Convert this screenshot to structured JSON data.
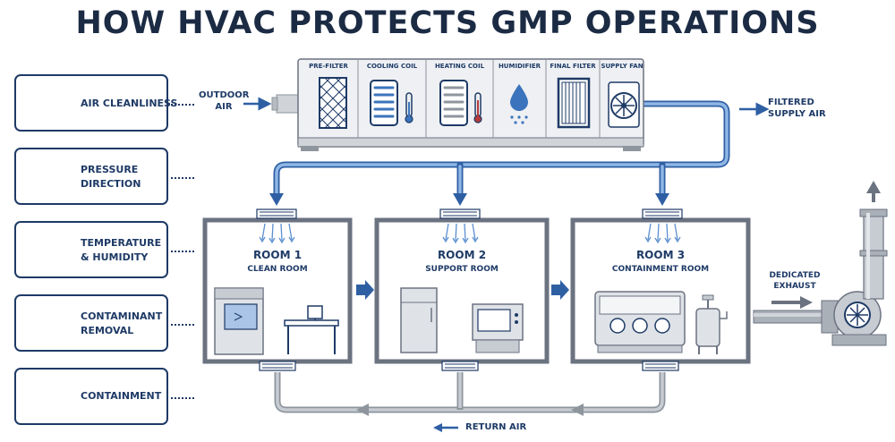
{
  "title": "HOW HVAC PROTECTS GMP OPERATIONS",
  "sidebar": {
    "items": [
      {
        "line1": "AIR CLEANLINESS",
        "line2": "",
        "icon": "air-cleanliness-icon"
      },
      {
        "line1": "PRESSURE",
        "line2": "DIRECTION",
        "icon": "pressure-direction-icon"
      },
      {
        "line1": "TEMPERATURE",
        "line2": "& HUMIDITY",
        "icon": "temperature-humidity-icon"
      },
      {
        "line1": "CONTAMINANT",
        "line2": "REMOVAL",
        "icon": "contaminant-removal-icon"
      },
      {
        "line1": "CONTAINMENT",
        "line2": "",
        "icon": "containment-icon"
      }
    ]
  },
  "ahu": {
    "outdoor_air_line1": "OUTDOOR",
    "outdoor_air_line2": "AIR",
    "units": [
      "PRE-FILTER",
      "COOLING COIL",
      "HEATING COIL",
      "HUMIDIFIER",
      "FINAL FILTER",
      "SUPPLY FAN"
    ],
    "supply_line1": "FILTERED",
    "supply_line2": "SUPPLY AIR"
  },
  "rooms": [
    {
      "name": "ROOM 1",
      "sub": "CLEAN ROOM"
    },
    {
      "name": "ROOM 2",
      "sub": "SUPPORT ROOM"
    },
    {
      "name": "ROOM 3",
      "sub": "CONTAINMENT ROOM"
    }
  ],
  "exhaust": {
    "line1": "DEDICATED",
    "line2": "EXHAUST"
  },
  "return_air": "RETURN AIR",
  "colors": {
    "navy": "#1e3a66",
    "duct_blue": "#5b8fcf",
    "duct_gray": "#8e959d",
    "wall": "#6b7280"
  }
}
